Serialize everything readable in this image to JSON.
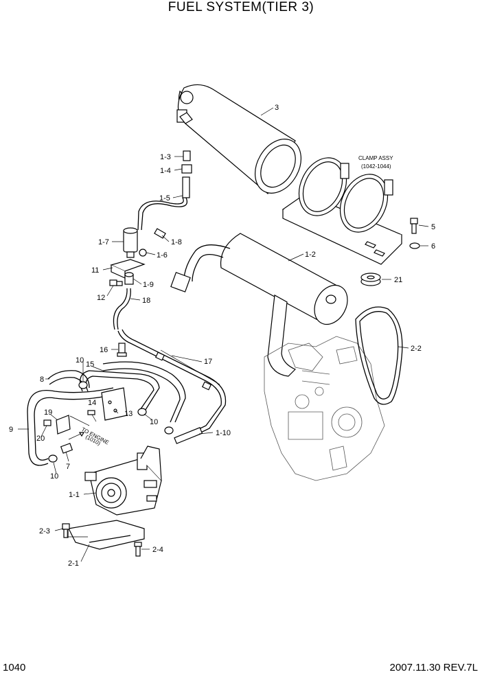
{
  "title": "FUEL SYSTEM(TIER 3)",
  "page_number": "1040",
  "date_revision": "2007.11.30  REV.7L",
  "annotations": {
    "clamp_assy_line1": "CLAMP ASSY",
    "clamp_assy_line2": "(1042-1044)",
    "to_engine_line1": "TO ENGINE",
    "to_engine_line2": "(1010)"
  },
  "callouts": {
    "c3": "3",
    "c1_3": "1-3",
    "c1_4": "1-4",
    "c1_5": "1-5",
    "c1_7": "1-7",
    "c1_8": "1-8",
    "c1_6": "1-6",
    "c11": "11",
    "c1_9": "1-9",
    "c12": "12",
    "c18": "18",
    "c5": "5",
    "c6": "6",
    "c1_2": "1-2",
    "c21": "21",
    "c2_2": "2-2",
    "c16": "16",
    "c17": "17",
    "c10a": "10",
    "c15": "15",
    "c8": "8",
    "c14": "14",
    "c13": "13",
    "c19": "19",
    "c9": "9",
    "c20": "20",
    "c10b": "10",
    "c1_10": "1-10",
    "c7": "7",
    "c10c": "10",
    "c1_1": "1-1",
    "c2_3": "2-3",
    "c2_4": "2-4",
    "c2_1": "2-1"
  }
}
